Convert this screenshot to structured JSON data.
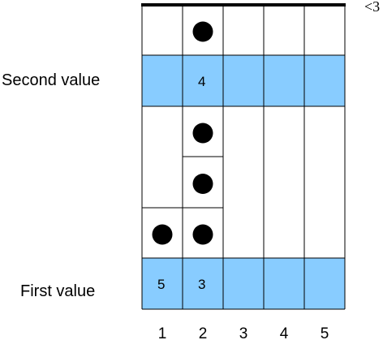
{
  "labels": {
    "second": "Second value",
    "first": "First value",
    "corner": "<3"
  },
  "columns": [
    "1",
    "2",
    "3",
    "4",
    "5"
  ],
  "highlight_color": "#88ccff",
  "second_value_row": [
    "",
    "4",
    "",
    "",
    ""
  ],
  "first_value_row": [
    "5",
    "3",
    "",
    "",
    ""
  ],
  "dots": [
    {
      "column": 2,
      "level": 5
    },
    {
      "column": 2,
      "level": 3
    },
    {
      "column": 2,
      "level": 2
    },
    {
      "column": 1,
      "level": 1
    },
    {
      "column": 2,
      "level": 1
    }
  ]
}
